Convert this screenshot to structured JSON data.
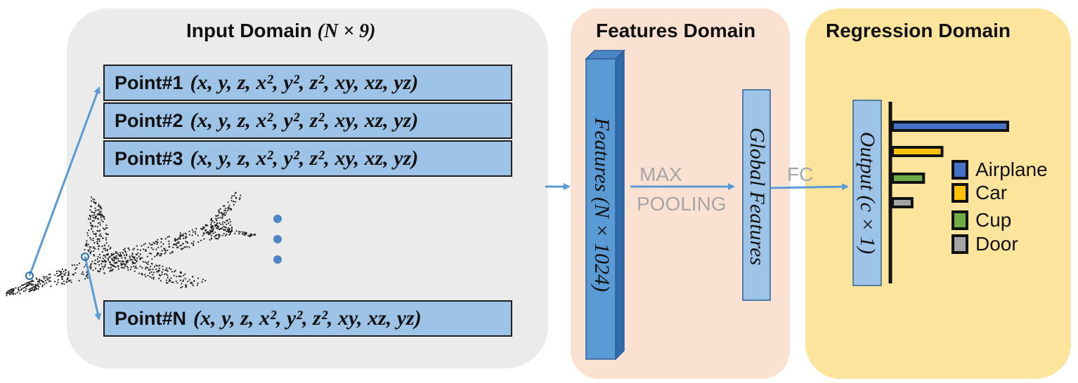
{
  "input_domain": {
    "title": "Input Domain",
    "title_math": "(N × 9)",
    "points": [
      {
        "label": "Point#1",
        "formula": "(x, y, z, x², y², z², xy, xz, yz)"
      },
      {
        "label": "Point#2",
        "formula": "(x, y, z, x², y², z², xy, xz, yz)"
      },
      {
        "label": "Point#3",
        "formula": "(x, y, z, x², y², z², xy, xz, yz)"
      },
      {
        "label": "Point#N",
        "formula": "(x, y, z, x², y², z², xy, xz, yz)"
      }
    ]
  },
  "features_domain": {
    "title": "Features Domain",
    "features_label": "Features (N × 1024)",
    "pooling_label_1": "MAX",
    "pooling_label_2": "POOLING",
    "global_features_label": "Global Features"
  },
  "regression_domain": {
    "title": "Regression Domain",
    "fc_label": "FC",
    "output_label": "Output (c × 1)",
    "classes": [
      {
        "name": "Airplane",
        "color": "#4472c4",
        "value": 1.0
      },
      {
        "name": "Car",
        "color": "#ffc000",
        "value": 0.43
      },
      {
        "name": "Cup",
        "color": "#70ad47",
        "value": 0.27
      },
      {
        "name": "Door",
        "color": "#a5a5a5",
        "value": 0.17
      }
    ]
  },
  "colors": {
    "arrow": "#5b9bd5",
    "point_box": "#9dc3e6",
    "feature_bar": "#5b9bd5"
  }
}
